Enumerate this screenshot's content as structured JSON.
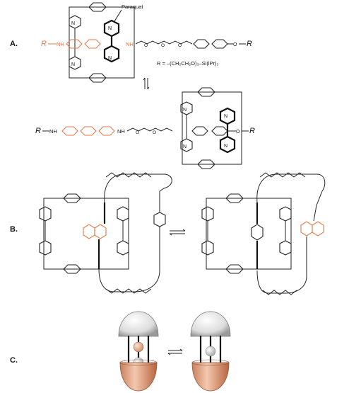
{
  "panels": [
    {
      "label": "A."
    },
    {
      "label": "B."
    },
    {
      "label": "C."
    }
  ],
  "panel_a": {
    "annotation": "Paraquat",
    "r_definition": "R = –(CH₂CH₂O)₃–Si(iPr)₃",
    "r_group": "R",
    "nh": "NH",
    "n_plus": "N",
    "o": "O"
  },
  "colors": {
    "ink": "#222222",
    "accent": "#e07a4a",
    "dome_light": "#e8e8e8",
    "cup": "#e7a07c",
    "bead": "#d9d9d9"
  }
}
